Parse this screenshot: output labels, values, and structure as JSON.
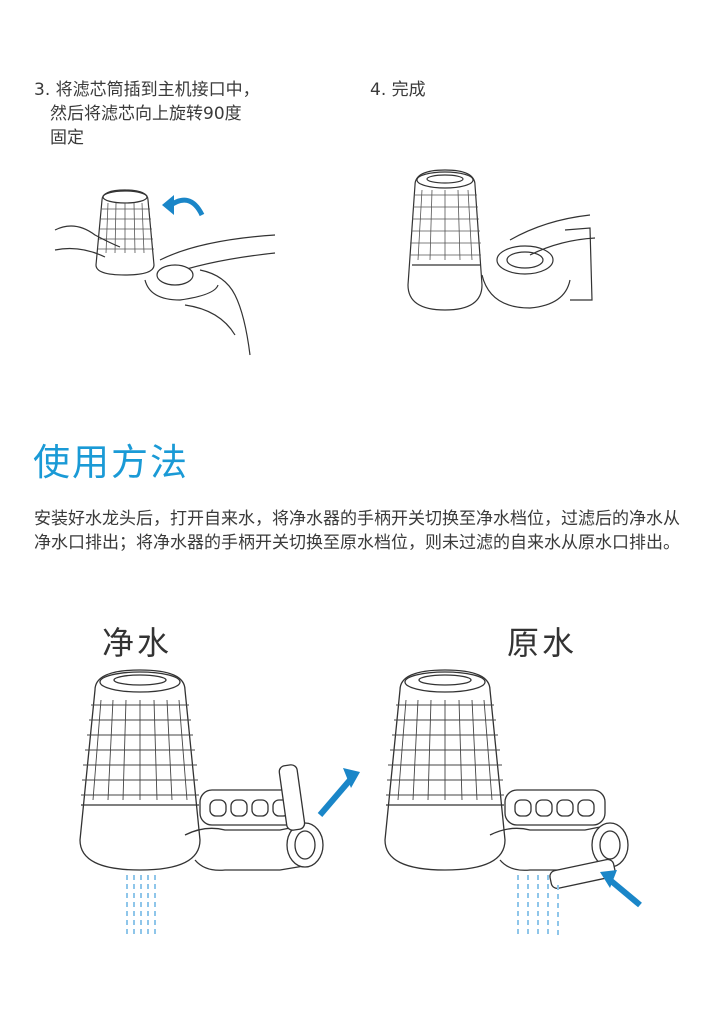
{
  "steps": [
    {
      "lines": [
        "3. 将滤芯筒插到主机接口中，",
        "然后将滤芯向上旋转90度",
        "固定"
      ]
    },
    {
      "lines": [
        "4. 完成"
      ]
    }
  ],
  "section": {
    "title": "使用方法",
    "body": "安装好水龙头后，打开自来水，将净水器的手柄开关切换至净水档位，过滤后的净水从净水口排出；将净水器的手柄开关切换至原水档位，则未过滤的自来水从原水口排出。"
  },
  "modes": {
    "pure_label": "净水",
    "raw_label": "原水"
  },
  "colors": {
    "accent": "#1a9ad6",
    "water": "#8fc6ea",
    "arrow": "#1a86c8",
    "line": "#333333"
  }
}
